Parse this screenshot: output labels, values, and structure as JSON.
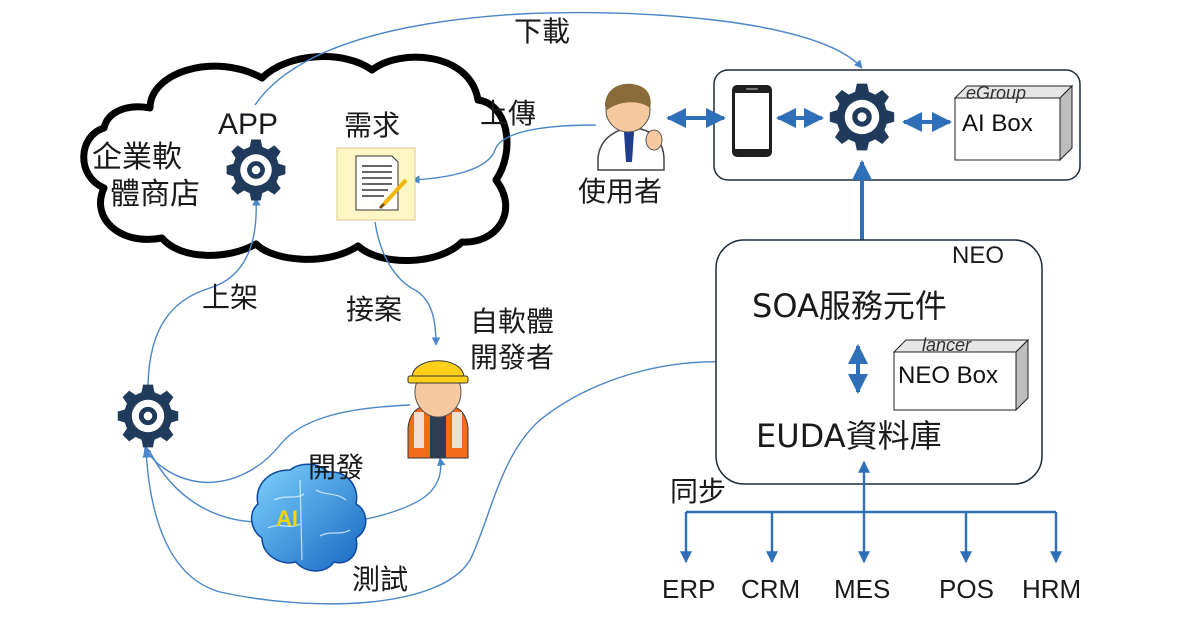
{
  "cloud": {
    "title_line1": "企業軟",
    "title_line2": "體商店",
    "app_label": "APP",
    "request_label": "需求"
  },
  "flows": {
    "download": "下載",
    "upload": "上傳",
    "publish": "上架",
    "accept": "接案",
    "develop": "開發",
    "test": "測試",
    "sync": "同步"
  },
  "user": {
    "label": "使用者"
  },
  "developer": {
    "line1": "自軟體",
    "line2": "開發者"
  },
  "ai": {
    "label": "AI"
  },
  "device_box": {
    "ai_box_label": "AI Box",
    "ai_box_brand": "eGroup"
  },
  "neo": {
    "title": "NEO",
    "soa": "SOA服務元件",
    "euda": "EUDA資料庫",
    "neo_box_label": "NEO Box",
    "neo_box_brand": "lancer"
  },
  "systems": [
    "ERP",
    "CRM",
    "MES",
    "POS",
    "HRM"
  ],
  "colors": {
    "arrow": "#4a86c8",
    "arrow_dark": "#2e6fb8",
    "gear": "#1f3a5a",
    "outline": "#1c2b3a"
  }
}
